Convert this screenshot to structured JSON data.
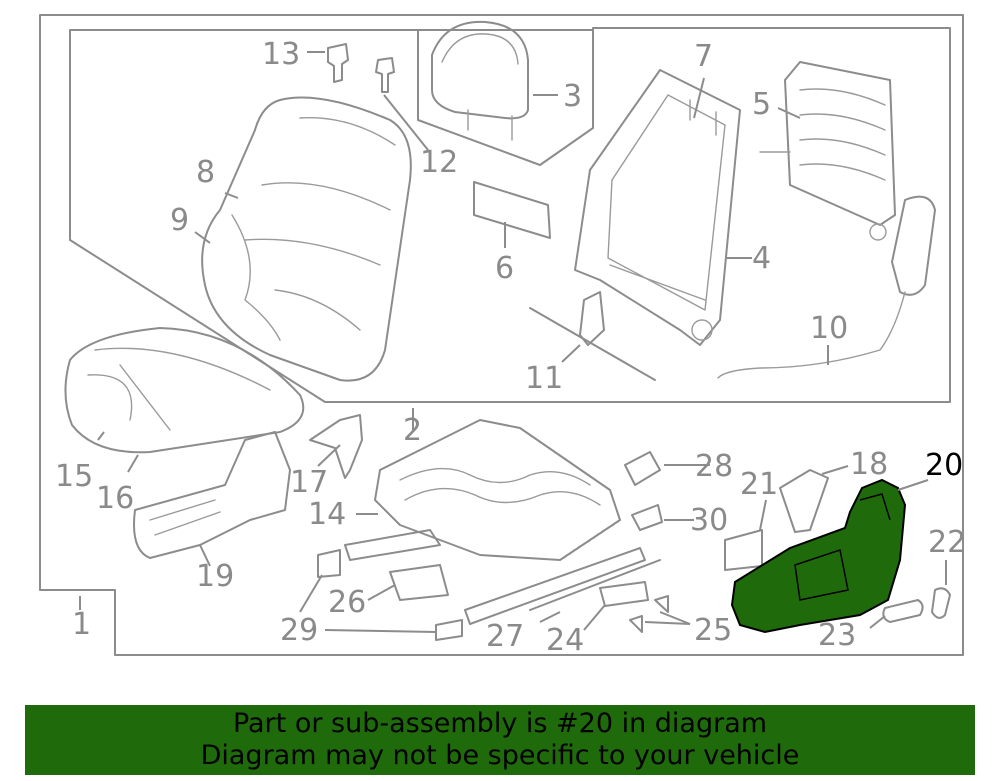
{
  "callouts": {
    "c1": "1",
    "c2": "2",
    "c3": "3",
    "c4": "4",
    "c5": "5",
    "c6": "6",
    "c7": "7",
    "c8": "8",
    "c9": "9",
    "c10": "10",
    "c11": "11",
    "c12": "12",
    "c13": "13",
    "c14": "14",
    "c15": "15",
    "c16": "16",
    "c17": "17",
    "c18": "18",
    "c19": "19",
    "c20": "20",
    "c21": "21",
    "c22": "22",
    "c23": "23",
    "c24": "24",
    "c25": "25",
    "c26": "26",
    "c27": "27",
    "c28": "28",
    "c29": "29",
    "c30": "30"
  },
  "highlight_color": "#1f6b0c",
  "banner": {
    "line1": "Part or sub-assembly is #20 in diagram",
    "line2": "Diagram may not be specific to your vehicle"
  }
}
